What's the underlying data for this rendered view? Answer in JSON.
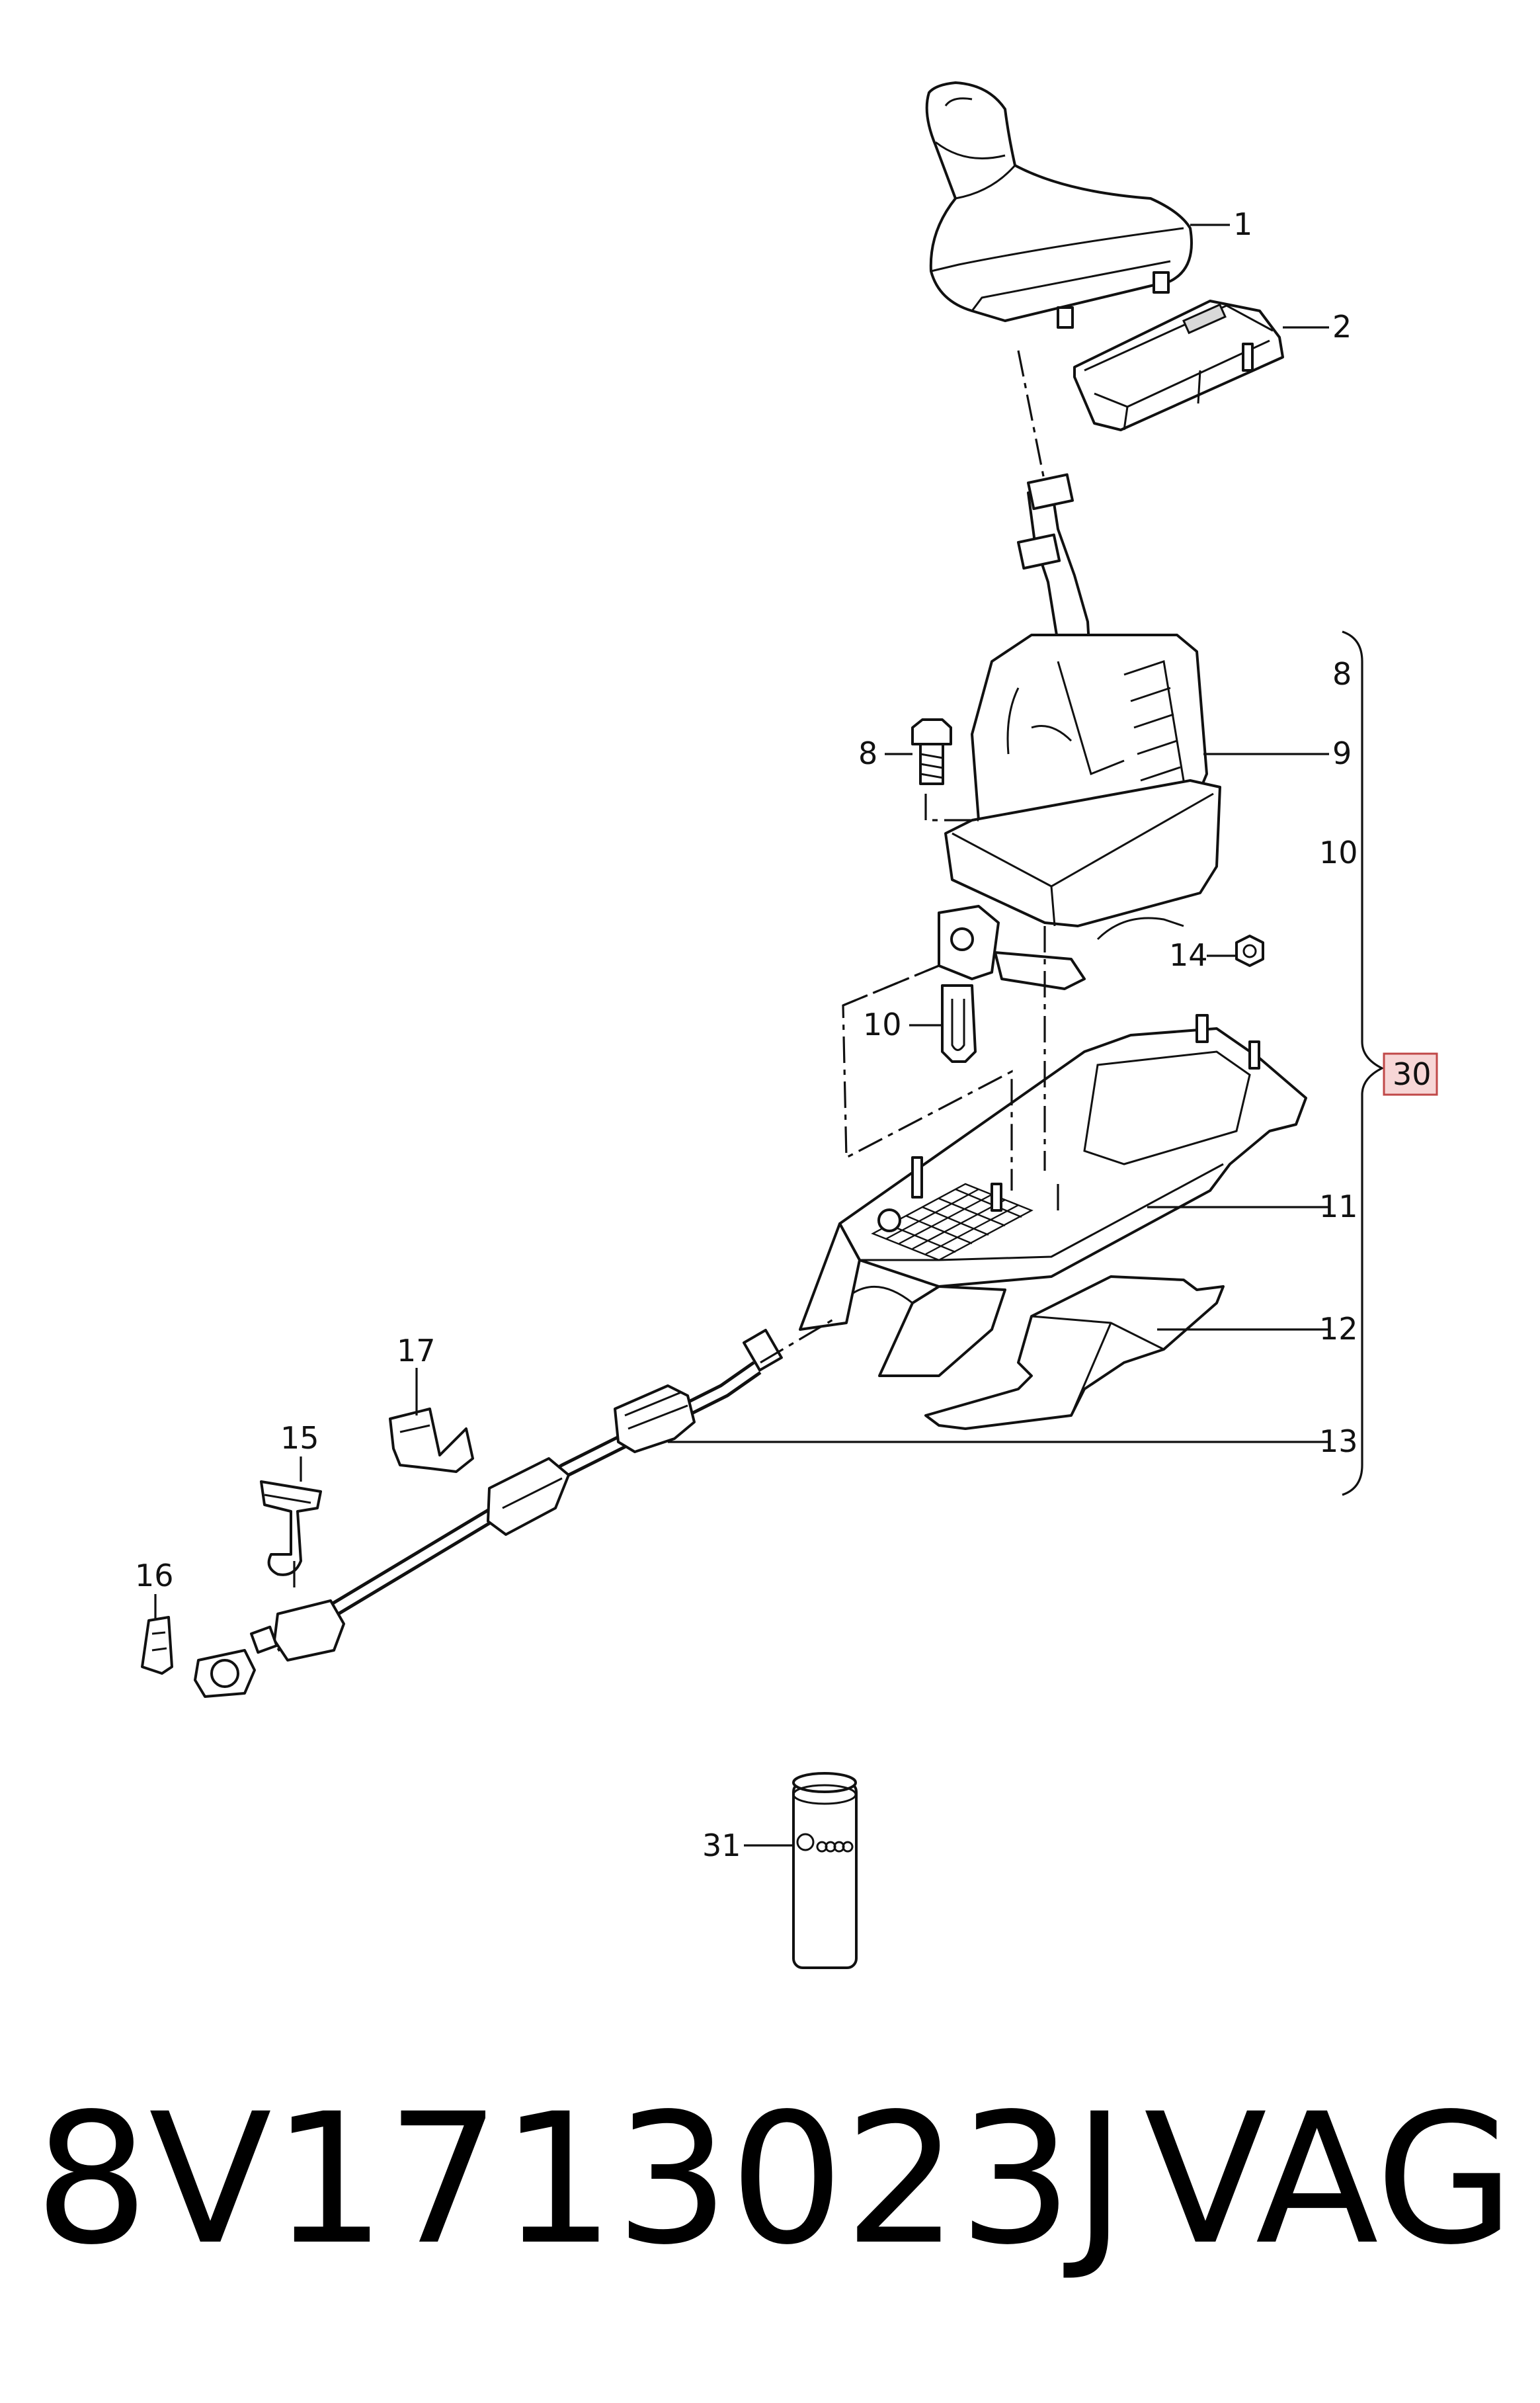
{
  "diagram": {
    "callouts": [
      {
        "id": "1",
        "text": "1"
      },
      {
        "id": "2",
        "text": "2"
      },
      {
        "id": "8",
        "text": "8"
      },
      {
        "id": "8b",
        "text": "8"
      },
      {
        "id": "9",
        "text": "9"
      },
      {
        "id": "10",
        "text": "10"
      },
      {
        "id": "10b",
        "text": "10"
      },
      {
        "id": "11",
        "text": "11"
      },
      {
        "id": "12",
        "text": "12"
      },
      {
        "id": "13",
        "text": "13"
      },
      {
        "id": "14",
        "text": "14"
      },
      {
        "id": "15",
        "text": "15"
      },
      {
        "id": "16",
        "text": "16"
      },
      {
        "id": "17",
        "text": "17"
      },
      {
        "id": "30",
        "text": "30"
      },
      {
        "id": "31",
        "text": "31"
      }
    ],
    "part_number": "8V1713023J",
    "brand": "VAG",
    "highlight_color": "#f7d6d6",
    "highlight_border": "#c04848"
  }
}
